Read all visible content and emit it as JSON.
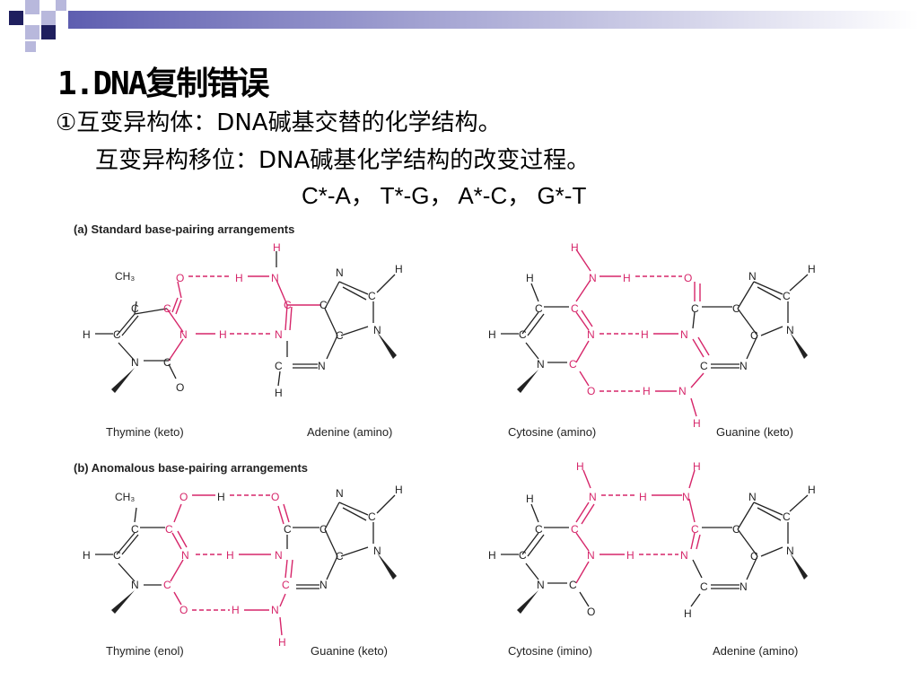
{
  "slide": {
    "title": "1.DNA复制错误",
    "line1": "①互变异构体：DNA碱基交替的化学结构。",
    "line2": "互变异构移位：DNA碱基化学结构的改变过程。",
    "line3": "C*-A， T*-G， A*-C， G*-T"
  },
  "figure": {
    "panel_a": "(a) Standard base-pairing arrangements",
    "panel_b": "(b) Anomalous base-pairing arrangements",
    "captions": {
      "a1": "Thymine (keto)",
      "a2": "Adenine (amino)",
      "a3": "Cytosine (amino)",
      "a4": "Guanine (keto)",
      "b1": "Thymine (enol)",
      "b2": "Guanine (keto)",
      "b3": "Cytosine (imino)",
      "b4": "Adenine (amino)"
    },
    "atoms": {
      "ch3": "CH₃",
      "h": "H",
      "c": "C",
      "n": "N",
      "o": "O"
    },
    "colors": {
      "accent": "#d6266a",
      "ink": "#222222",
      "deco_dark": "#1f1f5e",
      "deco_mid": "#5e5eb0",
      "deco_light": "#b8b8dc"
    }
  }
}
